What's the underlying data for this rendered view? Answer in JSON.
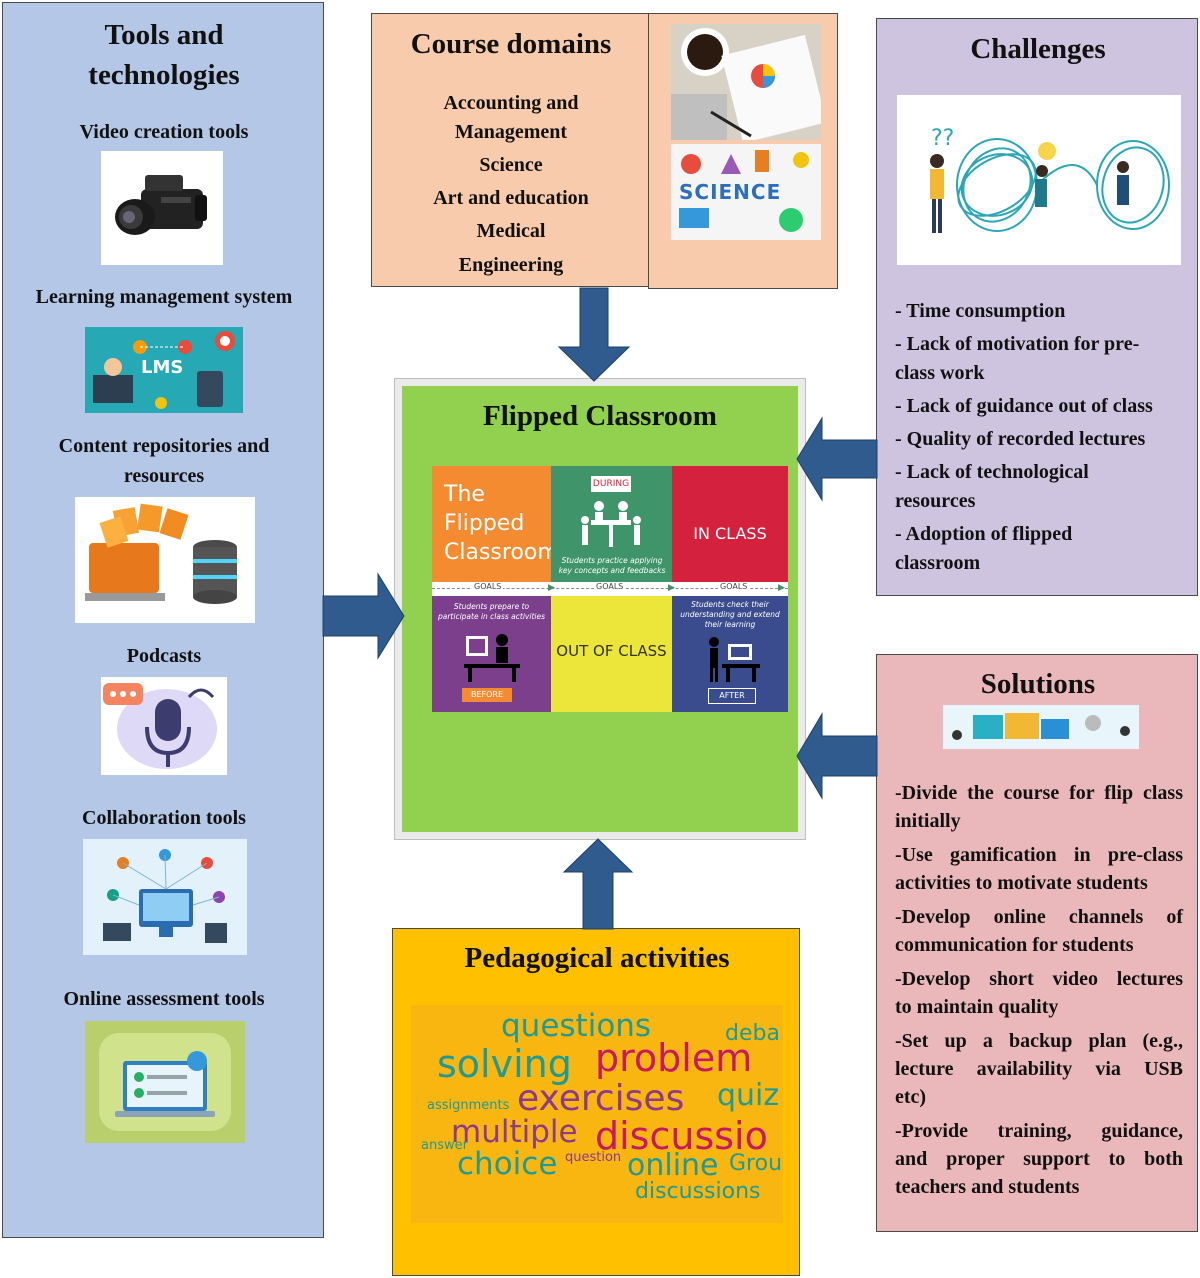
{
  "tools": {
    "title_line1": "Tools and",
    "title_line2": "technologies",
    "items": [
      {
        "label": "Video creation tools",
        "icon": "video-camera-icon"
      },
      {
        "label": "Learning management system",
        "icon": "lms-icon",
        "image_text": "LMS"
      },
      {
        "label_line1": "Content repositories and",
        "label_line2": "resources",
        "icon": "database-icon"
      },
      {
        "label": "Podcasts",
        "icon": "microphone-icon"
      },
      {
        "label": "Collaboration tools",
        "icon": "network-icon"
      },
      {
        "label": "Online assessment tools",
        "icon": "laptop-check-icon"
      }
    ]
  },
  "course": {
    "title": "Course domains",
    "domains": [
      "Accounting and",
      "Management",
      "Science",
      "Art and education",
      "Medical",
      "Engineering"
    ],
    "image_text": "SCIENCE"
  },
  "challenges": {
    "title": "Challenges",
    "items": [
      [
        "- Time consumption"
      ],
      [
        "- Lack of motivation for pre-",
        "class work"
      ],
      [
        "- Lack of guidance out of class"
      ],
      [
        "- Quality of recorded lectures"
      ],
      [
        "- Lack of technological",
        "resources"
      ],
      [
        "- Adoption of flipped",
        "classroom"
      ]
    ]
  },
  "solutions": {
    "title": "Solutions",
    "items": [
      [
        "-Divide the course for flip class",
        "initially"
      ],
      [
        "-Use gamification in pre-class",
        "activities to motivate students"
      ],
      [
        "-Develop online channels of",
        "communication for students"
      ],
      [
        "-Develop short video lectures",
        "to maintain quality"
      ],
      [
        "-Set up a backup plan (e.g.,",
        "lecture availability via USB",
        "etc)"
      ],
      [
        "-Provide training, guidance,",
        "and proper support to both",
        "teachers and students"
      ]
    ]
  },
  "flipped": {
    "title": "Flipped Classroom",
    "heading_lines": [
      "The",
      "Flipped",
      "Classroom"
    ],
    "during": "DURING",
    "during_caption": "Students practice applying key concepts and feedbacks",
    "in_class": "IN CLASS",
    "goals": "GOALS",
    "before_caption": "Students prepare to participate in class activities",
    "out_of_class": "OUT OF CLASS",
    "after_caption": "Students check their understanding and extend their learning",
    "before": "BEFORE",
    "after": "AFTER",
    "colors": {
      "orange": "#f48b30",
      "teal": "#3f946a",
      "red": "#d4213d",
      "purple": "#7c3f8c",
      "yellow": "#ede63a",
      "navy": "#3a4c8d"
    }
  },
  "pedagogical": {
    "title": "Pedagogical activities",
    "words": [
      "questions",
      "deba",
      "solving",
      "problem",
      "assignments",
      "exercises",
      "quiz",
      "multiple",
      "discussio",
      "answer",
      "choice",
      "question",
      "online",
      "Grou",
      "discussions"
    ]
  }
}
